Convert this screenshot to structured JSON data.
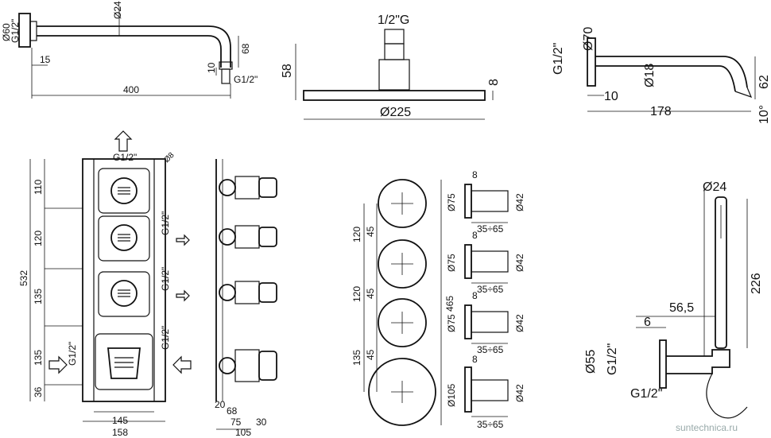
{
  "shower_arm": {
    "dia_flange": "Ø60",
    "thread": "G1/2\"",
    "dia_tube": "Ø24",
    "dim_15": "15",
    "length": "400",
    "drop": "68",
    "dim_10": "10",
    "outlet_thread": "G1/2\""
  },
  "head": {
    "thread": "1/2\"G",
    "height": "58",
    "thickness": "8",
    "diameter": "Ø225"
  },
  "spout": {
    "thread": "G1/2\"",
    "dia_flange": "Ø70",
    "dia_tube": "Ø18",
    "flange_depth": "10",
    "length": "178",
    "height": "62",
    "angle": "10°"
  },
  "body": {
    "inlet_top": "G1/2\"",
    "dia_8": "Ø8",
    "d110": "110",
    "d120": "120",
    "d135a": "135",
    "d135b": "135",
    "d36": "36",
    "total": "532",
    "side_thread1": "G1/2\"",
    "side_thread2": "G1/2\"",
    "side_thread3": "G1/2\"",
    "side_thread4": "G1/2\"",
    "left_thread": "G1/2\"",
    "w145": "145",
    "w158": "158"
  },
  "side_view": {
    "d20": "20",
    "d68": "68",
    "d75": "75",
    "d30": "30",
    "d105": "105"
  },
  "plates": {
    "p120a": "120",
    "p45a": "45",
    "p120b": "120",
    "p45b": "45",
    "p135": "135",
    "p45c": "45",
    "total": "465"
  },
  "handles": [
    {
      "depth": "8",
      "plate": "Ø75",
      "knob": "Ø42",
      "range": "35÷65"
    },
    {
      "depth": "8",
      "plate": "Ø75",
      "knob": "Ø42",
      "range": "35÷65"
    },
    {
      "depth": "8",
      "plate": "Ø75",
      "knob": "Ø42",
      "range": "35÷65"
    },
    {
      "depth": "8",
      "plate": "Ø105",
      "knob": "Ø42",
      "range": "35÷65"
    }
  ],
  "hand_shower": {
    "dia": "Ø24",
    "length": "226",
    "offset": "56,5",
    "d6": "6",
    "dia_flange": "Ø55",
    "thread": "G1/2\"",
    "hose_thread": "G1/2\""
  },
  "watermark": "suntechnica.ru"
}
